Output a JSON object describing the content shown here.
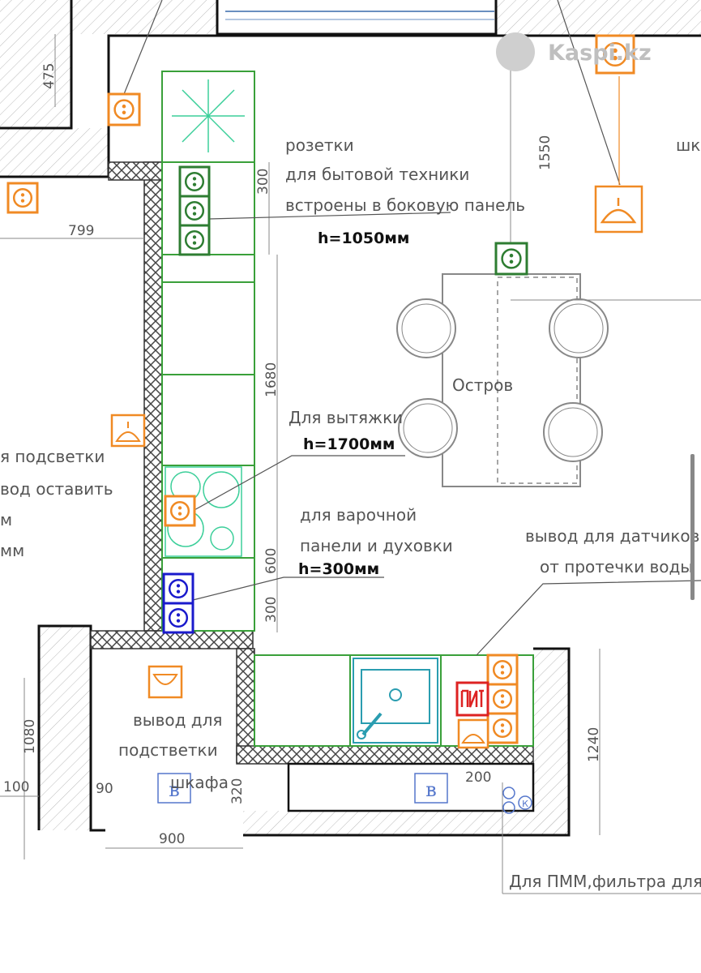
{
  "watermark": "Kaspi.kz",
  "labels": {
    "sockets_title": "розетки",
    "sockets_line2": "для бытовой техники",
    "sockets_line3": "встроены в боковую панель",
    "sockets_height": "h=1050мм",
    "hood_title": "Для вытяжки",
    "hood_height": "h=1700мм",
    "cooktop_line1": "для варочной",
    "cooktop_line2": "панели и духовки",
    "cooktop_height": "h=300мм",
    "island": "Остров",
    "leak_line1": "вывод для датчиков",
    "leak_line2": "от протечки воды",
    "light_line1": "вывод для",
    "light_line2": "подстветки",
    "light_line3": "шкафа",
    "pmm_note": "Для ПММ,фильтра для",
    "left_note_line1": "я подсветки",
    "left_note_line2": "вод оставить",
    "left_note_line3": "м",
    "left_note_line4": "мм",
    "top_right_fragment": "шк",
    "valve_letter": "в",
    "k_letter": "К"
  },
  "dimensions": {
    "d475": "475",
    "d799": "799",
    "d300_top": "300",
    "d1550": "1550",
    "d1680": "1680",
    "d600": "600",
    "d300_bottom": "300",
    "d1080": "1080",
    "d100": "100",
    "d90": "90",
    "d320": "320",
    "d900": "900",
    "d200": "200",
    "d1240": "1240"
  },
  "colors": {
    "wall": "#111111",
    "cabinet": "#3aa03a",
    "socket_green": "#2e7d32",
    "socket_orange": "#f08a24",
    "socket_blue": "#1a1acc",
    "water_leak": "#dd2222",
    "sink": "#2a9db0",
    "cooktop": "#3ccf9a",
    "dimension": "#666666",
    "valve": "#5577cc"
  }
}
